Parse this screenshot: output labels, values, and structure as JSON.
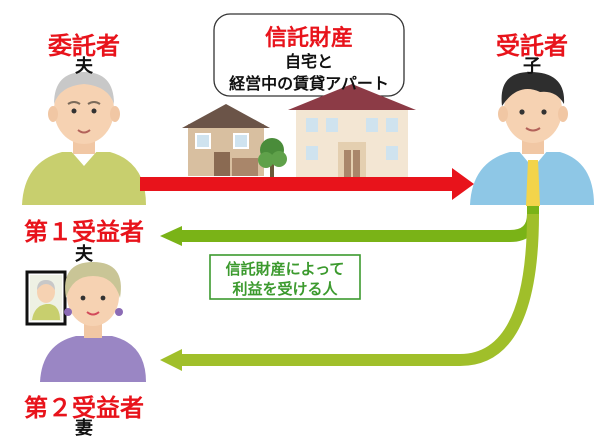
{
  "settlor": {
    "role": "委託者",
    "person": "夫"
  },
  "trustee": {
    "role": "受託者",
    "person": "子"
  },
  "trust_property": {
    "title": "信託財産",
    "line1": "自宅と",
    "line2": "経営中の賃貸アパート"
  },
  "beneficiary1": {
    "role": "第１受益者",
    "person": "夫"
  },
  "beneficiary2": {
    "role": "第２受益者",
    "person": "妻"
  },
  "beneficiary_note": {
    "line1": "信託財産によって",
    "line2": "利益を受ける人"
  },
  "colors": {
    "role_red": "#e8131b",
    "transfer_arrow": "#e8131b",
    "benefit_arrow": "#7ab317",
    "note_green": "#3c9a2e",
    "trust_box_border": "#333333"
  }
}
